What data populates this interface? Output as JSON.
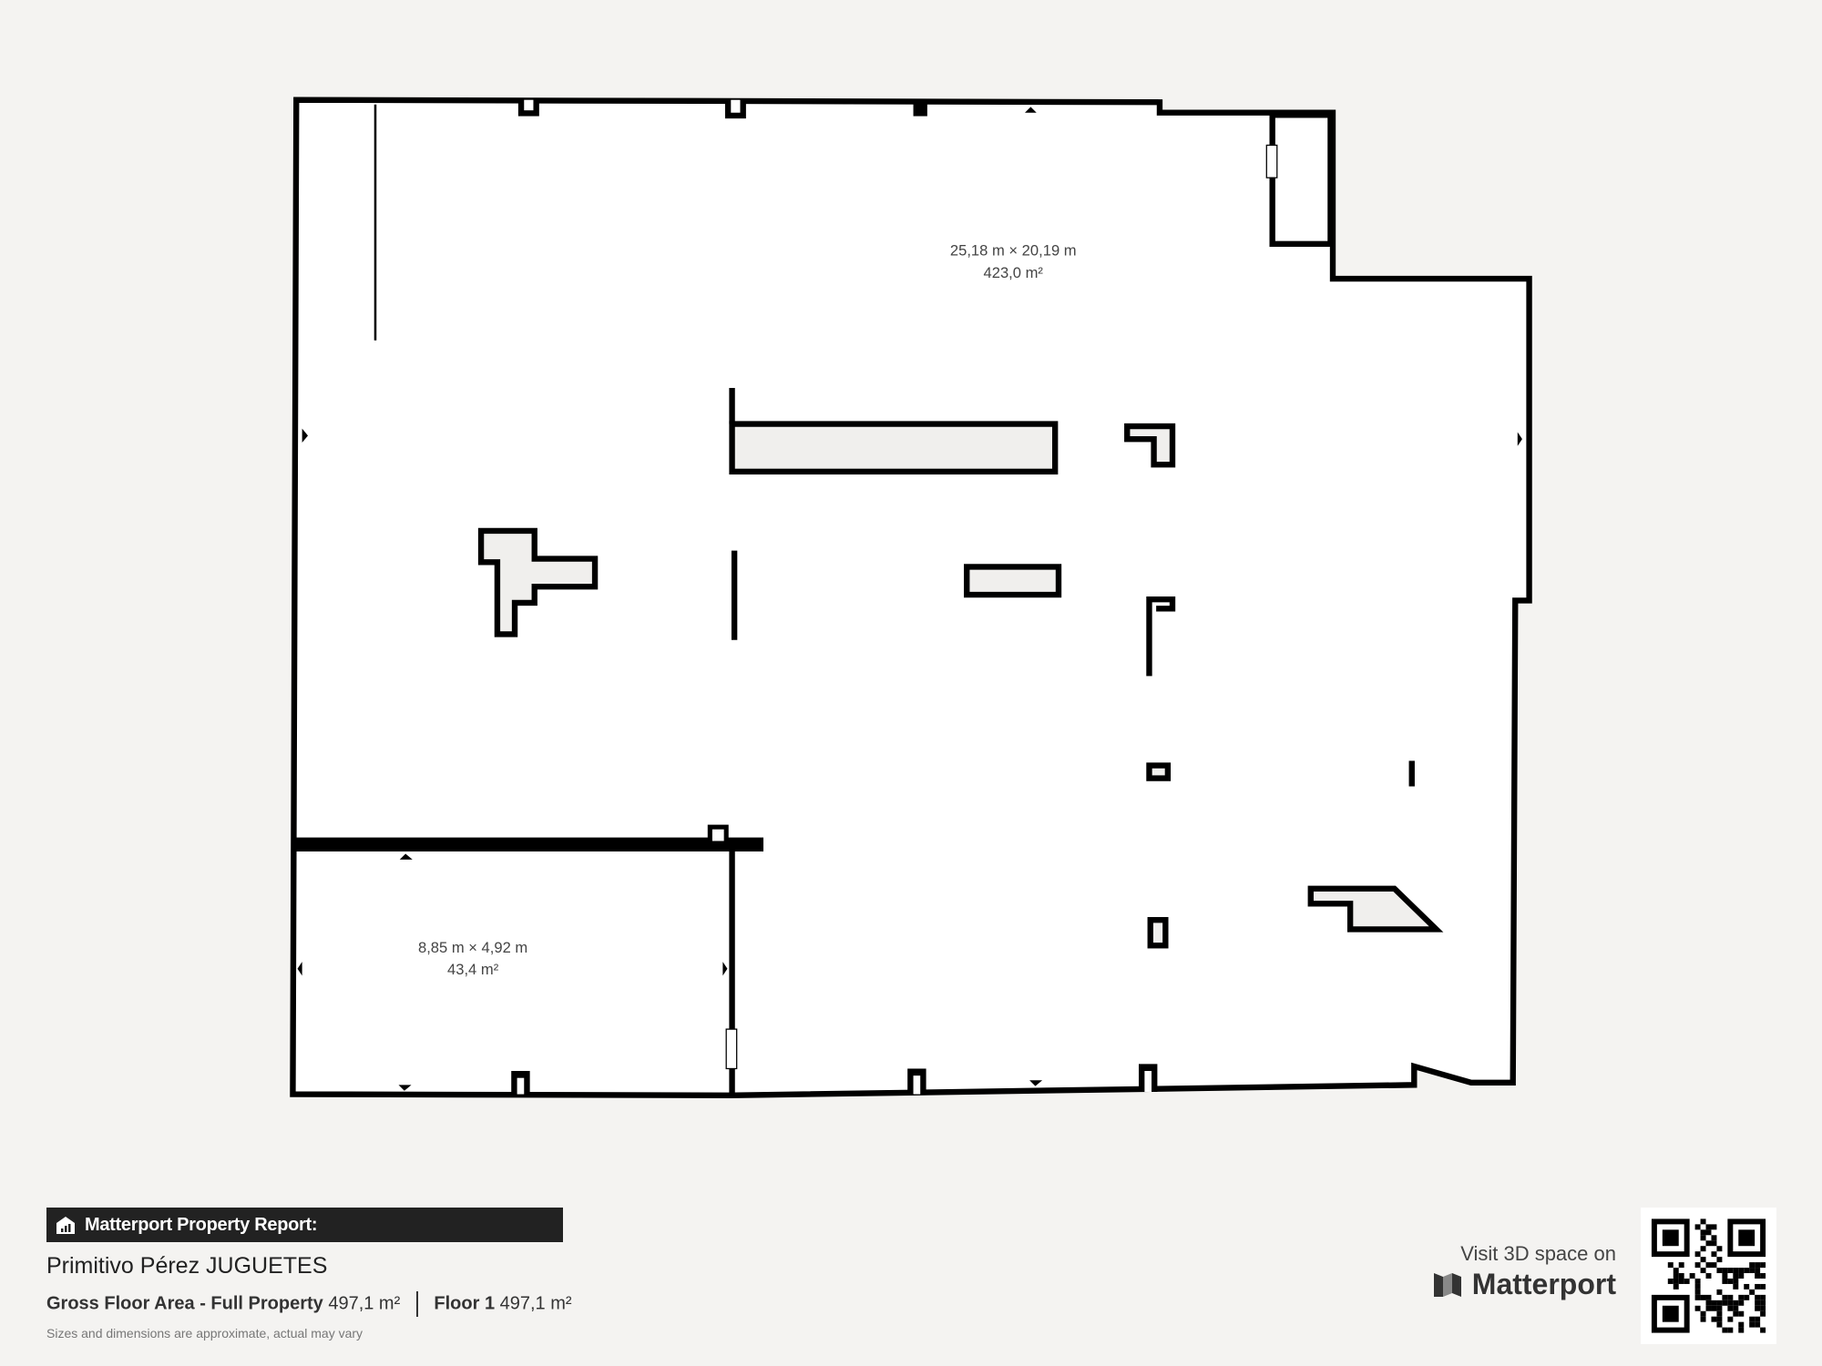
{
  "rooms": [
    {
      "dimensions": "25,18 m × 20,19 m",
      "area": "423,0 m²"
    },
    {
      "dimensions": "8,85 m × 4,92 m",
      "area": "43,4 m²"
    }
  ],
  "report": {
    "header": "Matterport Property Report:",
    "header_icon": "building-chart-icon",
    "property_name": "Primitivo Pérez JUGUETES",
    "gross_label": "Gross Floor Area - Full Property",
    "gross_value": "497,1 m²",
    "floor_label": "Floor 1",
    "floor_value": "497,1 m²",
    "disclaimer": "Sizes and dimensions are approximate, actual may vary"
  },
  "visit": {
    "text": "Visit 3D space on",
    "brand": "Matterport",
    "qr_icon": "qr-code"
  },
  "colors": {
    "wall": "#000000",
    "background": "#f4f3f1",
    "floor": "#ffffff",
    "fixture": "#f0efed"
  }
}
